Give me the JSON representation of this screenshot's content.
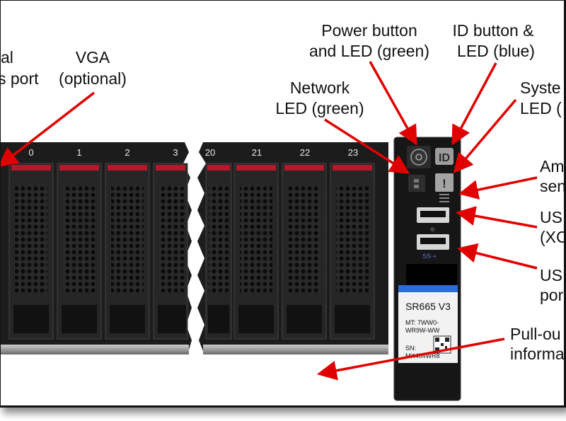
{
  "callouts": {
    "serial_port": [
      "al",
      "s port"
    ],
    "vga": [
      "VGA",
      "(optional)"
    ],
    "power": [
      "Power button",
      "and LED (green)"
    ],
    "id_button": [
      "ID button &",
      "LED (blue)"
    ],
    "network": [
      "Network",
      "LED (green)"
    ],
    "system": [
      "Syste",
      "LED ("
    ],
    "ambient": [
      "Am",
      "sen"
    ],
    "usb_xc": [
      "US",
      "(XC"
    ],
    "usb_port": [
      "US",
      "por"
    ],
    "pullout": [
      "Pull-ou",
      "informa"
    ]
  },
  "bays_left": [
    "0",
    "1",
    "2",
    "3"
  ],
  "bays_right": [
    "20",
    "21",
    "22",
    "23"
  ],
  "id_badge": "ID",
  "system_badge": "!",
  "tag": {
    "model": "SR665 V3",
    "mt_line1": "MT: 7WW0-",
    "mt_line2": "WR9W-WW",
    "sn_label": "SN:",
    "sn_value": "MX404WR8"
  },
  "colors": {
    "arrow": "#e00000",
    "chassis": "#1c1c1c",
    "bay_accent": "#b3182b",
    "tag_blue": "#2a6fd6"
  }
}
